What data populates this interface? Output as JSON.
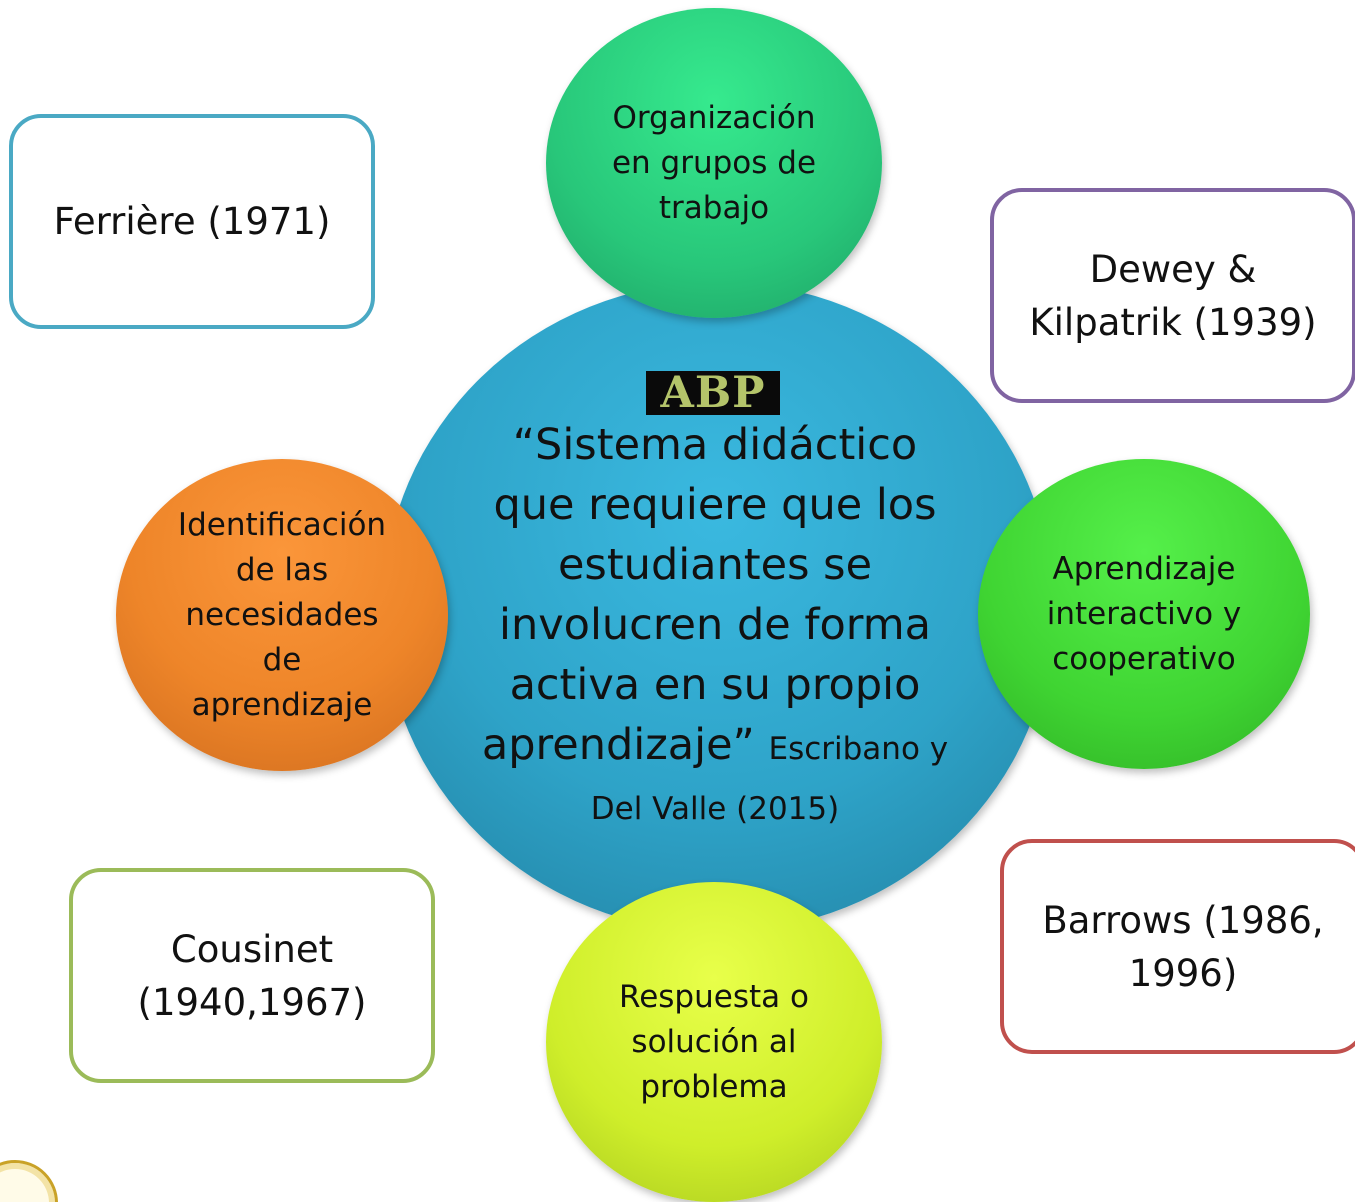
{
  "center": {
    "badge": "ABP",
    "definition_quote": "“Sistema didáctico que requiere que los estudiantes se involucren de forma activa en su propio aprendizaje”",
    "definition_citation": "Escribano y Del Valle (2015)",
    "color": "#2ea3c8"
  },
  "circles": {
    "top": {
      "label": "Organización\nen grupos de\ntrabajo",
      "color": "#28c77a"
    },
    "right": {
      "label": "Aprendizaje\ninteractivo y\ncooperativo",
      "color": "#3fd432"
    },
    "bottom": {
      "label": "Respuesta o\nsolución al\nproblema",
      "color": "#cfee2a"
    },
    "left": {
      "label": "Identificación\nde las\nnecesidades\nde\naprendizaje",
      "color": "#ee8529"
    }
  },
  "authors": {
    "top_left": {
      "label": "Ferrière (1971)",
      "border_color": "#4aa9c4"
    },
    "top_right": {
      "label": "Dewey &\nKilpatrik (1939)",
      "border_color": "#8064a2"
    },
    "bottom_right": {
      "label": "Barrows (1986,\n1996)",
      "border_color": "#c0504d"
    },
    "bottom_left": {
      "label": "Cousinet\n(1940,1967)",
      "border_color": "#9bbb59"
    }
  },
  "logo": {
    "icon": "university-seal-icon"
  }
}
